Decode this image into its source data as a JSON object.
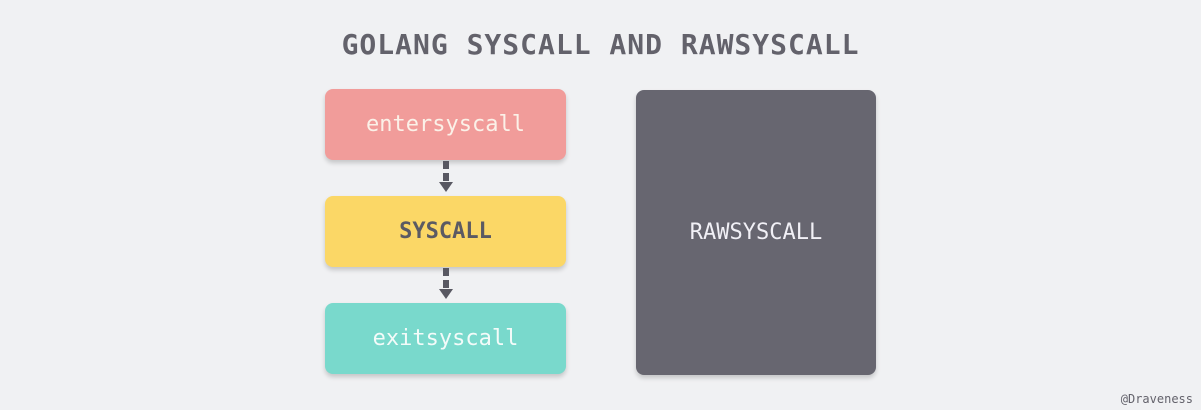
{
  "title": "GOLANG SYSCALL AND RAWSYSCALL",
  "flow": [
    {
      "label": "entersyscall",
      "color": "#f19c9a",
      "text_color": "#fbf1e8"
    },
    {
      "label": "SYSCALL",
      "color": "#fbd766",
      "text_color": "#5b5a63"
    },
    {
      "label": "exitsyscall",
      "color": "#79d9cc",
      "text_color": "#f3fbf9"
    }
  ],
  "raw": {
    "label": "RAWSYSCALL",
    "color": "#676670",
    "text_color": "#f1f0f6"
  },
  "credit": "@Draveness"
}
